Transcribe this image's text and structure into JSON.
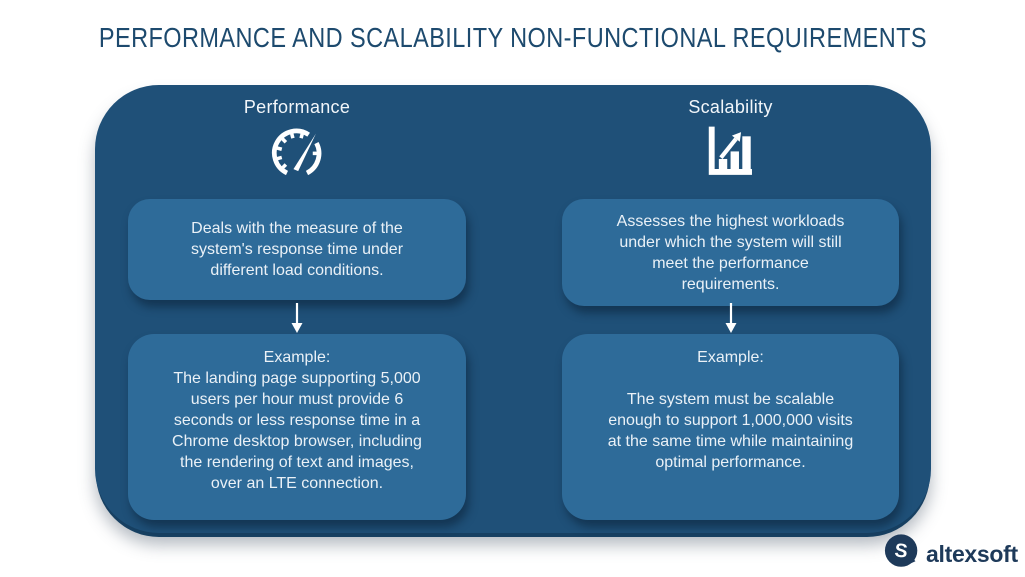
{
  "title": "PERFORMANCE AND SCALABILITY NON-FUNCTIONAL REQUIREMENTS",
  "colors": {
    "panel_bg": "#1F5078",
    "card_bg": "#2E6B99",
    "title_text": "#1D4A6E",
    "body_text": "#EAF1F7",
    "icon_white": "#FFFFFF",
    "brand_navy": "#1E3A5A"
  },
  "panel": {
    "columns": [
      {
        "header": "Performance",
        "icon": "speedometer-gauge-icon",
        "description": "Deals with the measure of the\nsystem's response time under\ndifferent load conditions.",
        "example_label": "Example:",
        "example_body": "The landing page supporting 5,000\nusers per hour must provide 6\nseconds or less response time in a\nChrome desktop browser, including\nthe rendering of text and images,\nover an LTE connection."
      },
      {
        "header": "Scalability",
        "icon": "growth-bar-chart-icon",
        "description": "Assesses the highest workloads\nunder which the system will still\nmeet the performance\nrequirements.",
        "example_label": "Example:",
        "example_body": "The system must be scalable\nenough to support 1,000,000 visits\nat the same time while maintaining\noptimal performance."
      }
    ]
  },
  "footer": {
    "brand": "altexsoft"
  }
}
